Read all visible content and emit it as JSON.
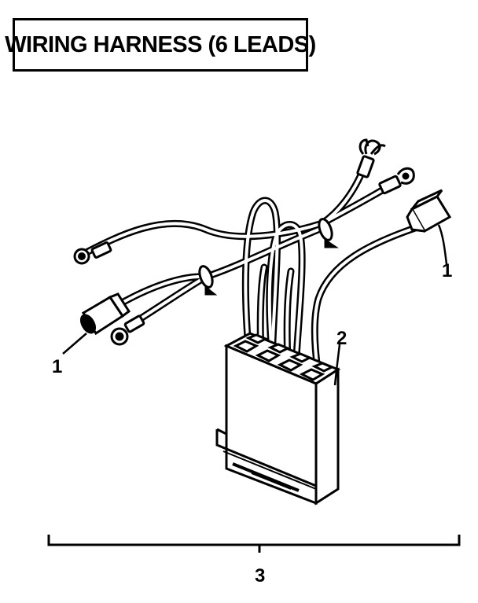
{
  "title": "WIRING HARNESS (6 LEADS)",
  "callouts": {
    "left_connector": "1",
    "right_connector": "1",
    "terminal_block": "2",
    "assembly": "3"
  },
  "colors": {
    "ink": "#000000",
    "paper": "#ffffff"
  }
}
